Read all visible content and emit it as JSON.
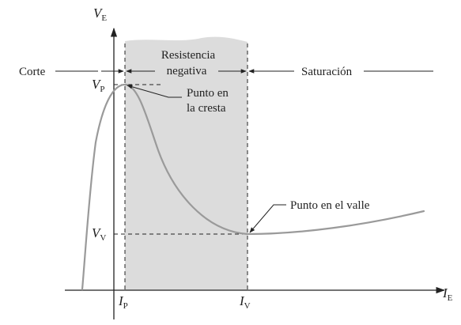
{
  "axes": {
    "y_symbol": "V",
    "y_sub": "E",
    "x_symbol": "I",
    "x_sub": "E"
  },
  "regions": {
    "cutoff": "Corte",
    "negative_resistance_line1": "Resistencia",
    "negative_resistance_line2": "negativa",
    "saturation": "Saturación"
  },
  "peak": {
    "v_symbol": "V",
    "v_sub": "P",
    "i_symbol": "I",
    "i_sub": "P",
    "callout_line1": "Punto en",
    "callout_line2": "la cresta"
  },
  "valley": {
    "v_symbol": "V",
    "v_sub": "V",
    "i_symbol": "I",
    "i_sub": "V",
    "callout": "Punto en el valle"
  },
  "colors": {
    "curve": "#9a9a9a",
    "shaded_region": "#dcdcdc",
    "lines": "#222222"
  }
}
